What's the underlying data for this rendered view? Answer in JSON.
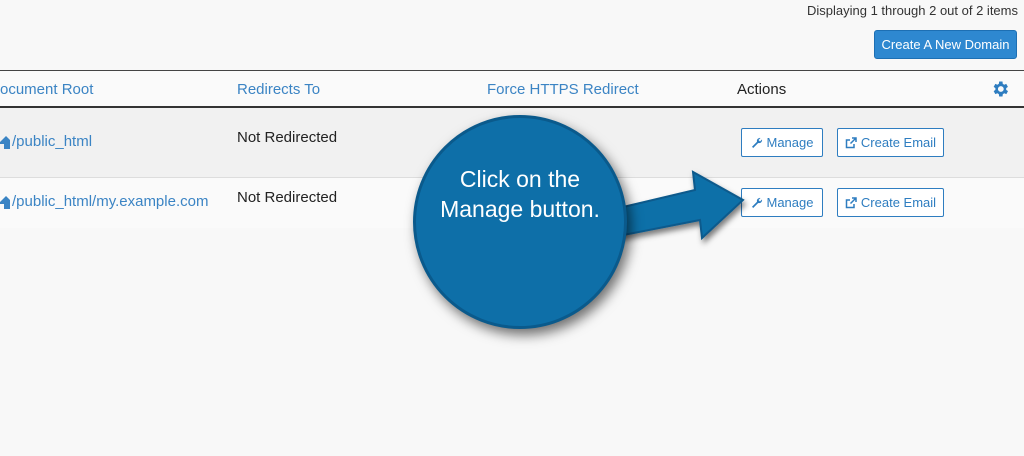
{
  "paging_text": "Displaying 1 through 2 out of 2 items",
  "create_domain_label": "Create A New Domain",
  "headers": {
    "document_root": "ocument Root",
    "redirects_to": "Redirects To",
    "force_https": "Force HTTPS Redirect",
    "actions": "Actions"
  },
  "rows": [
    {
      "document_root": "/public_html",
      "redirects_to": "Not Redirected",
      "manage_label": "Manage",
      "email_label": "Create Email"
    },
    {
      "document_root": "/public_html/my.example.com",
      "redirects_to": "Not Redirected",
      "manage_label": "Manage",
      "email_label": "Create Email"
    }
  ],
  "callout": {
    "text": "Click on the Manage button."
  },
  "colors": {
    "accent": "#2e88d0",
    "link": "#3b84c4",
    "callout": "#0e6fa8"
  },
  "icons": {
    "settings": "gear-icon",
    "home": "home-icon",
    "manage": "wrench-icon",
    "email": "external-link-icon"
  }
}
